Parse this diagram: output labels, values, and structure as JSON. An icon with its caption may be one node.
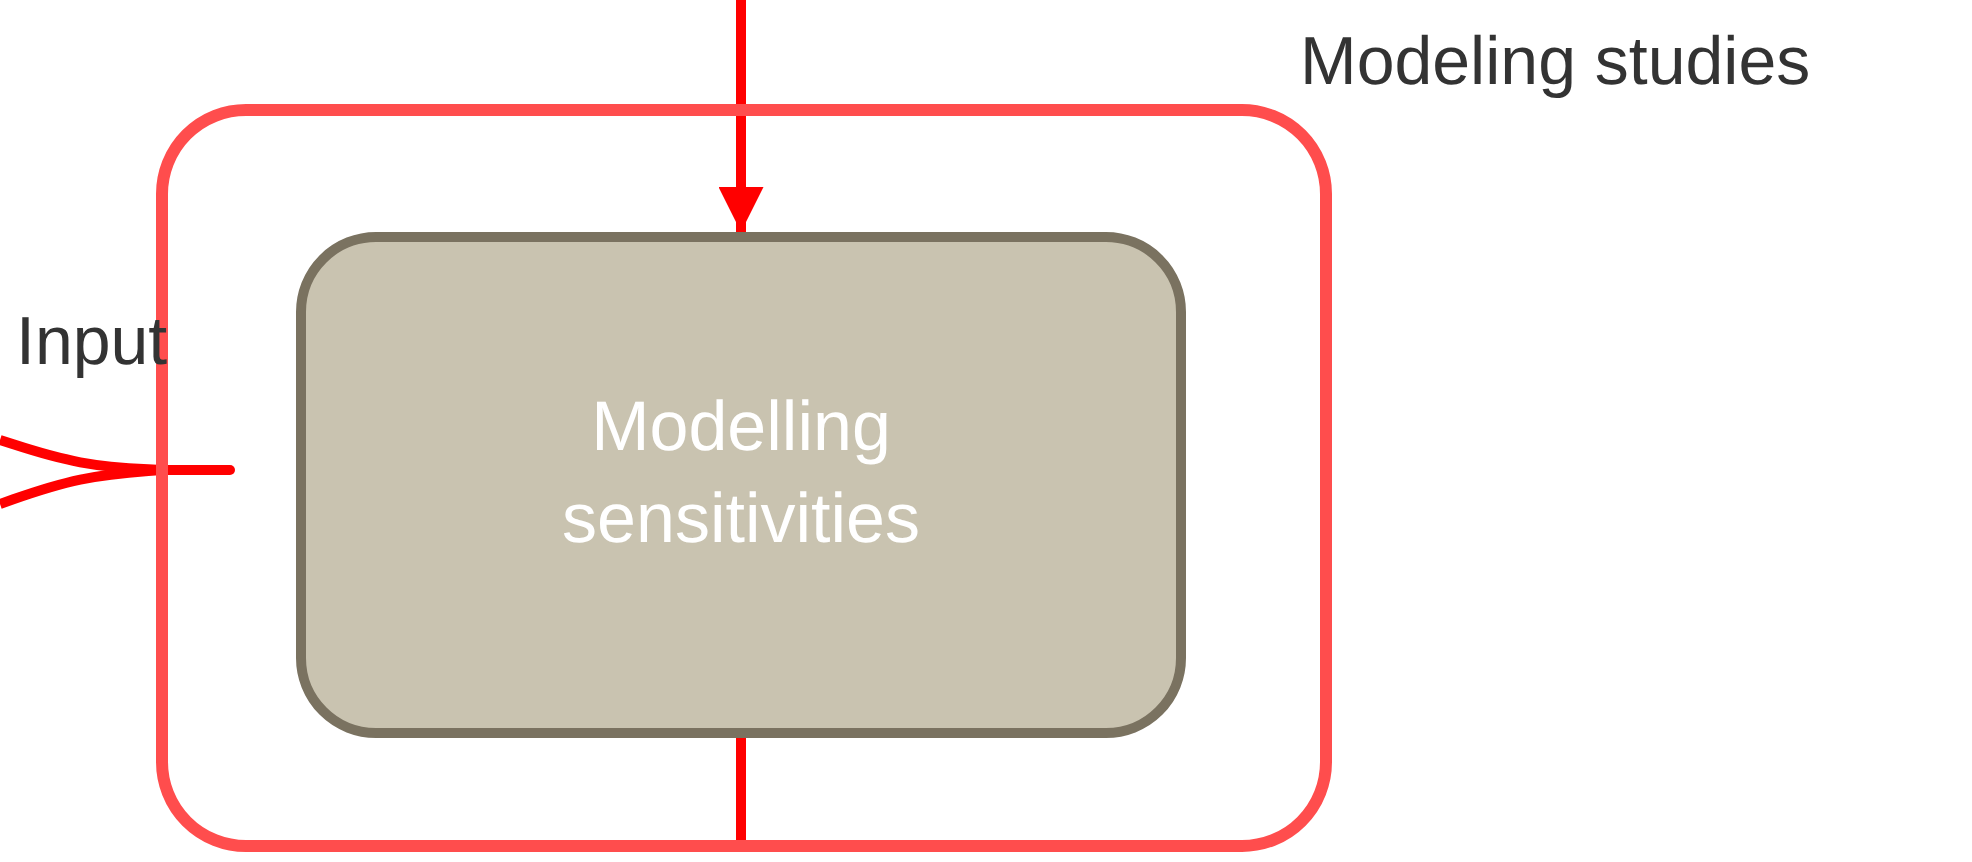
{
  "diagram": {
    "nodes": [
      {
        "text": [
          "Modeling studies"
        ]
      },
      {
        "text": [
          "Modelling sensitivities"
        ],
        "in": 0
      }
    ],
    "edges": [
      {
        "from": null,
        "to": 1,
        "arrow": "to"
      },
      {
        "from": 1,
        "to": 0,
        "arrow": "none"
      },
      {
        "from": null,
        "to": 0,
        "arrow": "none"
      },
      {
        "from": null,
        "to": 0,
        "arrow": "none"
      }
    ],
    "labels": [
      "Input"
    ]
  }
}
